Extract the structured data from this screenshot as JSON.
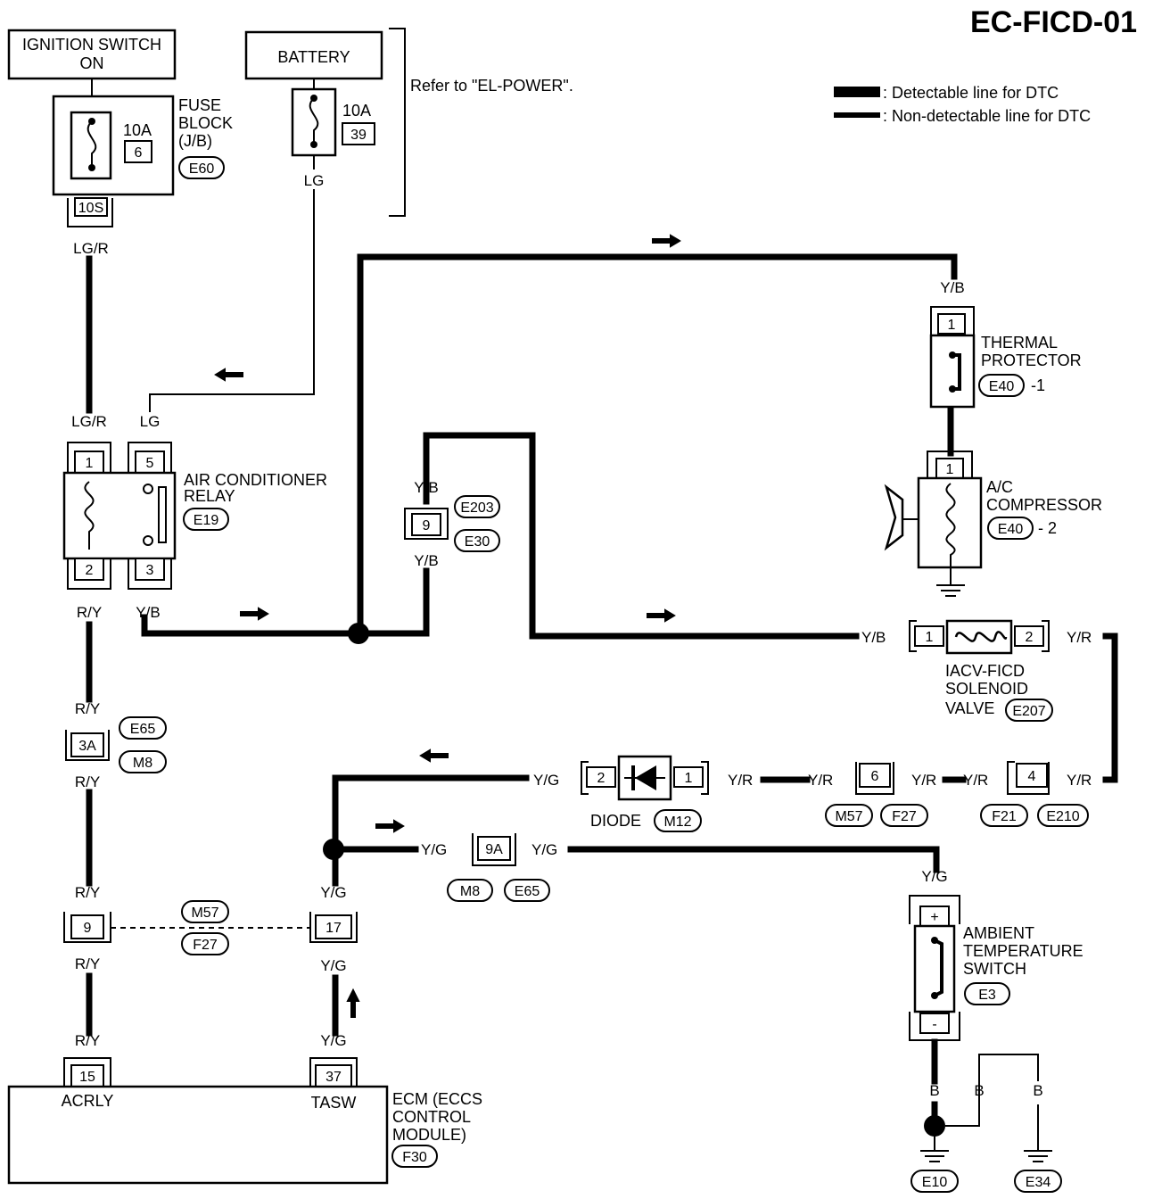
{
  "page_id": "EC-FICD-01",
  "legend": {
    "detectable": ": Detectable line for DTC",
    "non_detectable": ": Non-detectable line for DTC"
  },
  "ignition": {
    "line1": "IGNITION SWITCH",
    "line2": "ON"
  },
  "battery": {
    "label": "BATTERY",
    "refer": "Refer to \"EL-POWER\"."
  },
  "fuse_block": {
    "line1": "FUSE",
    "line2": "BLOCK",
    "line3": "(J/B)",
    "amps": "10A",
    "num": "6",
    "ref": "E60",
    "conn": "10S"
  },
  "battery_fuse": {
    "amps": "10A",
    "num": "39"
  },
  "wire_colors": {
    "lg_r": "LG/R",
    "lg": "LG",
    "r_y": "R/Y",
    "y_b": "Y/B",
    "y_r": "Y/R",
    "y_g": "Y/G",
    "b": "B"
  },
  "relay": {
    "line1": "AIR CONDITIONER",
    "line2": "RELAY",
    "ref": "E19",
    "pins": [
      "1",
      "5",
      "2",
      "3"
    ]
  },
  "joint_e203": {
    "pin": "9",
    "ref1": "E203",
    "ref2": "E30"
  },
  "thermal": {
    "line1": "THERMAL",
    "line2": "PROTECTOR",
    "ref": "E40",
    "suffix": "-1",
    "pin": "1"
  },
  "compressor": {
    "line1": "A/C",
    "line2": "COMPRESSOR",
    "ref": "E40",
    "suffix": "- 2",
    "pin": "1"
  },
  "solenoid": {
    "line1": "IACV-FICD",
    "line2": "SOLENOID",
    "line3": "VALVE",
    "ref": "E207",
    "pin1": "1",
    "pin2": "2"
  },
  "diode": {
    "label": "DIODE",
    "ref": "M12",
    "pin_left": "2",
    "pin_right": "1"
  },
  "conn_6": {
    "pin": "6",
    "ref1": "M57",
    "ref2": "F27"
  },
  "conn_4": {
    "pin": "4",
    "ref1": "F21",
    "ref2": "E210"
  },
  "conn_3a": {
    "pin": "3A",
    "ref1": "E65",
    "ref2": "M8"
  },
  "conn_9a": {
    "pin": "9A",
    "ref1": "M8",
    "ref2": "E65"
  },
  "conn_9_17": {
    "pin_left": "9",
    "pin_right": "17",
    "ref1": "M57",
    "ref2": "F27"
  },
  "ambient": {
    "line1": "AMBIENT",
    "line2": "TEMPERATURE",
    "line3": "SWITCH",
    "ref": "E3",
    "plus": "+",
    "minus": "-"
  },
  "ecm": {
    "line1": "ECM (ECCS",
    "line2": "CONTROL",
    "line3": "MODULE)",
    "ref": "F30",
    "pin_acrly": "15",
    "label_acrly": "ACRLY",
    "pin_tasw": "37",
    "label_tasw": "TASW"
  },
  "grounds": {
    "left": "E10",
    "right": "E34"
  }
}
